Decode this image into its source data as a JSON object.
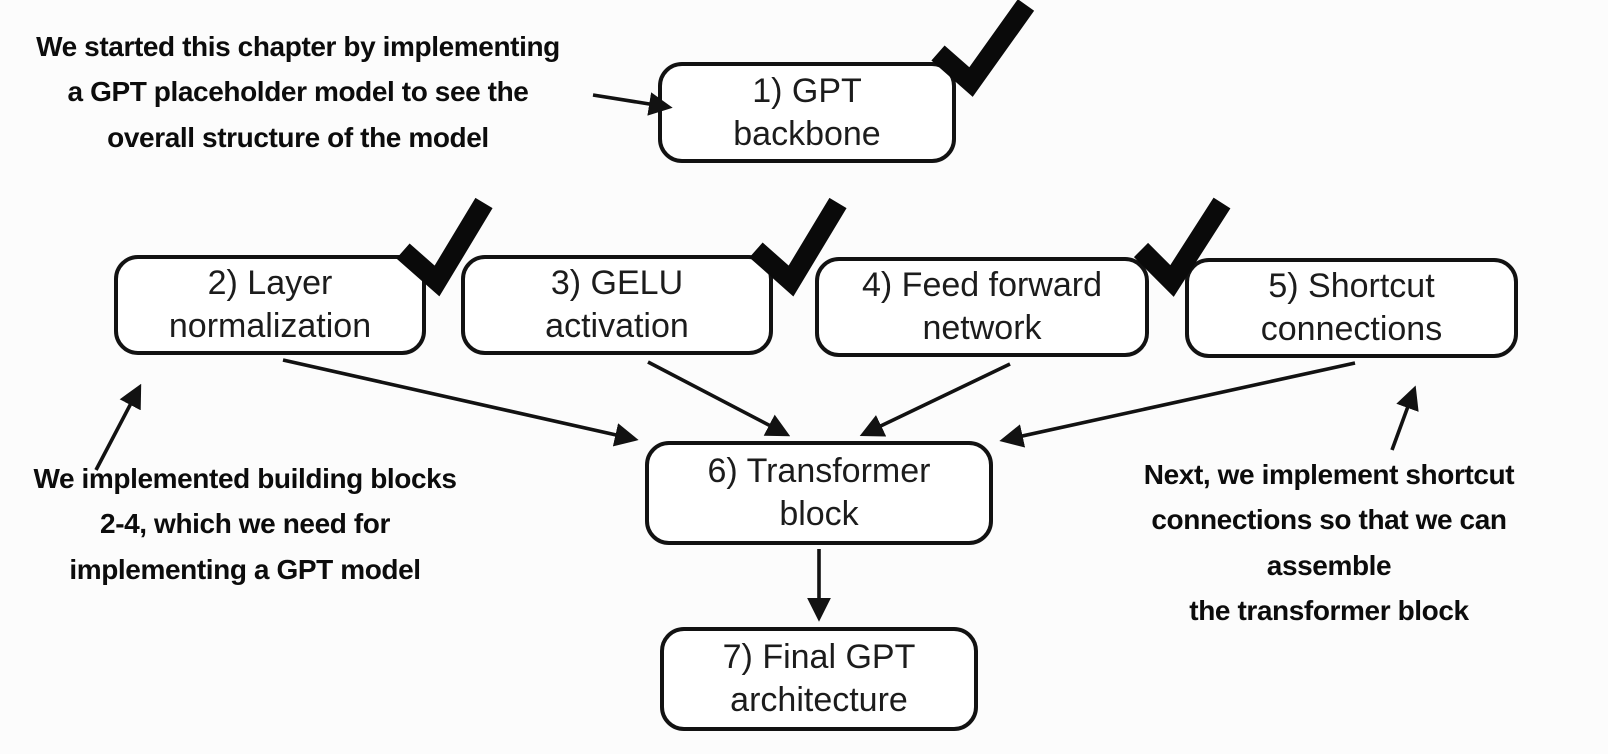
{
  "diagram": {
    "title_hint": "Chapter build-plan flowchart for a GPT model",
    "colors": {
      "background": "#fcfcfc",
      "node_fill": "#ffffff",
      "stroke": "#121212",
      "text": "#1c1c1c"
    },
    "boxes": [
      {
        "id": "gpt-backbone",
        "line1": "1) GPT",
        "line2": "backbone",
        "checked": true
      },
      {
        "id": "layer-normalization",
        "line1": "2) Layer",
        "line2": "normalization",
        "checked": true
      },
      {
        "id": "gelu-activation",
        "line1": "3) GELU",
        "line2": "activation",
        "checked": true
      },
      {
        "id": "feed-forward-network",
        "line1": "4) Feed forward",
        "line2": "network",
        "checked": true
      },
      {
        "id": "shortcut-connections",
        "line1": "5) Shortcut",
        "line2": "connections",
        "checked": false
      },
      {
        "id": "transformer-block",
        "line1": "6) Transformer",
        "line2": "block",
        "checked": false
      },
      {
        "id": "final-gpt-architecture",
        "line1": "7) Final GPT",
        "line2": "architecture",
        "checked": false
      }
    ],
    "annotations": [
      {
        "id": "intro",
        "lines": [
          "We started this chapter by implementing",
          "a GPT placeholder model to see the",
          "overall structure of the model"
        ]
      },
      {
        "id": "building-blocks",
        "lines": [
          "We implemented building blocks",
          "2-4, which we need for",
          "implementing a GPT model"
        ]
      },
      {
        "id": "next-step",
        "lines": [
          "Next, we implement shortcut",
          "connections so that we can assemble",
          "the transformer block"
        ]
      }
    ],
    "icons": {
      "checkmark": "✓"
    }
  }
}
